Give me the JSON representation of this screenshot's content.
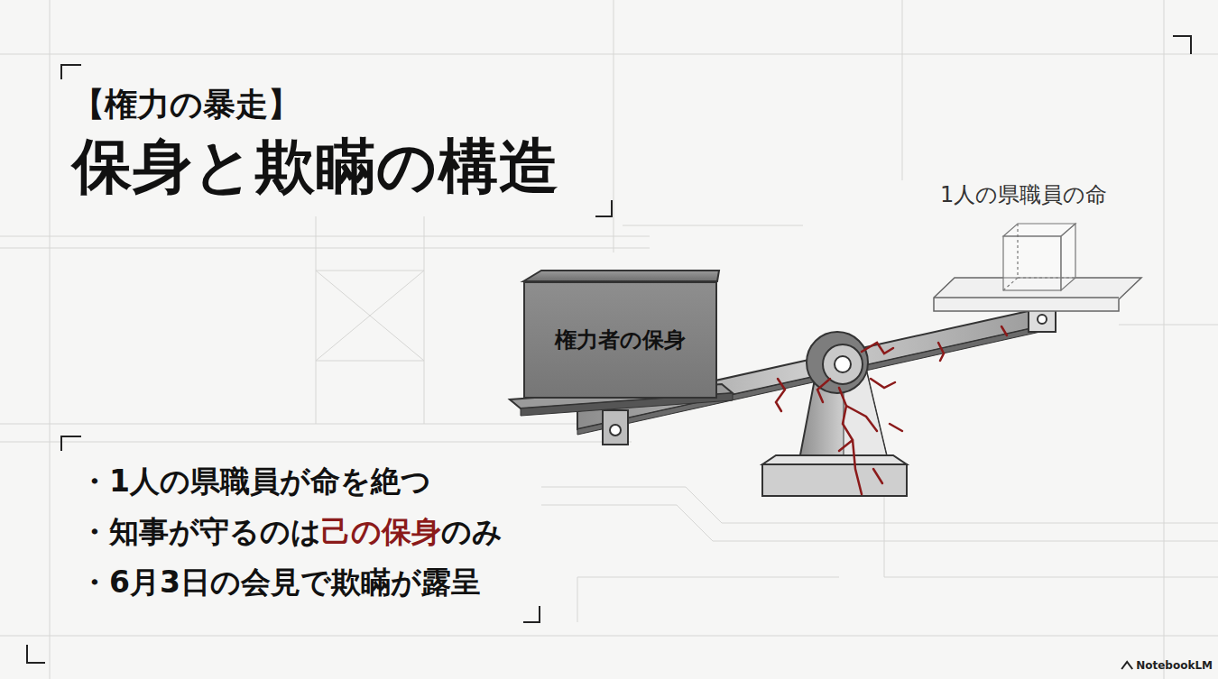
{
  "diagram": {
    "title": "保身と欺瞞の構造",
    "nodes": [
      {
        "text": [
          "権力者の保身"
        ]
      }
    ],
    "labels": [
      "【権力の暴走】",
      "1人の県職員の命",
      "・1人の県職員が命を絶つ",
      "・知事が守るのは",
      "己の保身",
      "のみ",
      "・6月3日の会見で欺瞞が露呈",
      "NotebookLM"
    ]
  }
}
